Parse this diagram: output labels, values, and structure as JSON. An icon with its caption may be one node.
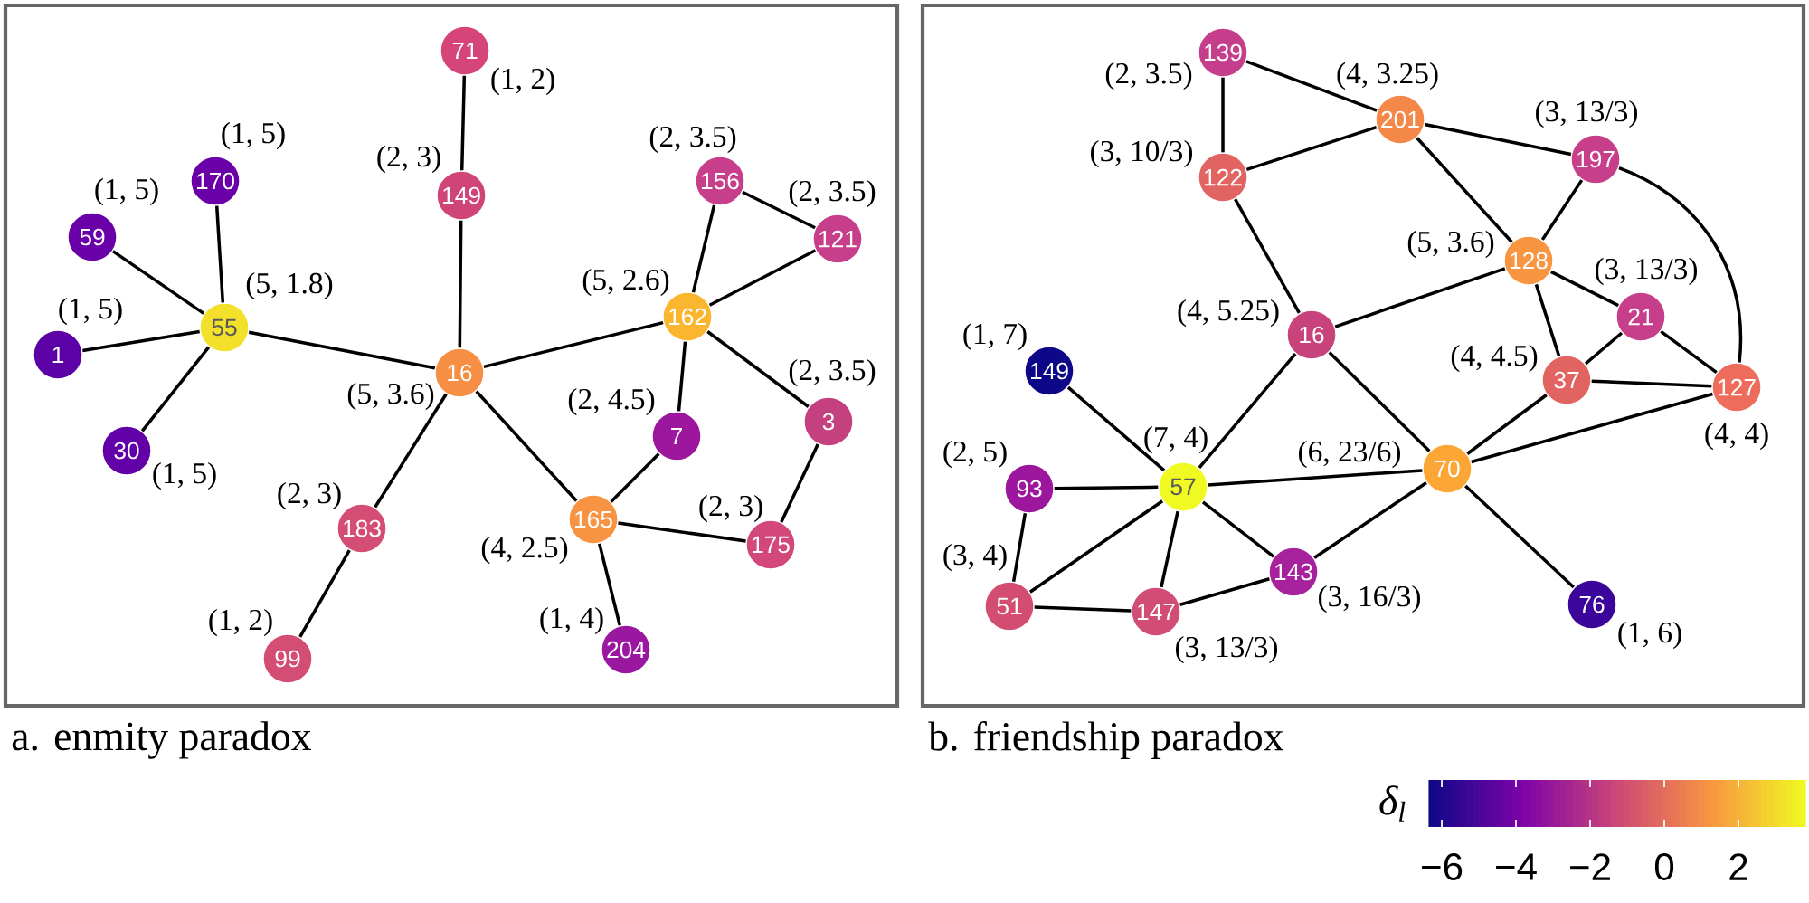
{
  "diagram": {
    "nodes": [
      {
        "text": [
          "a. enmity paradox"
        ]
      },
      {
        "text": [
          "71"
        ],
        "beside": [
          "(1, 2)"
        ],
        "in": 0
      },
      {
        "text": [
          "149"
        ],
        "beside": [
          "(2, 3)"
        ],
        "in": 0
      },
      {
        "text": [
          "170"
        ],
        "beside": [
          "(1, 5)"
        ],
        "in": 0
      },
      {
        "text": [
          "59"
        ],
        "beside": [
          "(1, 5)"
        ],
        "in": 0
      },
      {
        "text": [
          "55"
        ],
        "beside": [
          "(5, 1.8)"
        ],
        "in": 0
      },
      {
        "text": [
          "1"
        ],
        "beside": [
          "(1, 5)"
        ],
        "in": 0
      },
      {
        "text": [
          "30"
        ],
        "beside": [
          "(1, 5)"
        ],
        "in": 0
      },
      {
        "text": [
          "16"
        ],
        "beside": [
          "(5, 3.6)"
        ],
        "in": 0
      },
      {
        "text": [
          "156"
        ],
        "beside": [
          "(2, 3.5)"
        ],
        "in": 0
      },
      {
        "text": [
          "121"
        ],
        "beside": [
          "(2, 3.5)"
        ],
        "in": 0
      },
      {
        "text": [
          "162"
        ],
        "beside": [
          "(5, 2.6)"
        ],
        "in": 0
      },
      {
        "text": [
          "3"
        ],
        "beside": [
          "(2, 3.5)"
        ],
        "in": 0
      },
      {
        "text": [
          "7"
        ],
        "beside": [
          "(2, 4.5)"
        ],
        "in": 0
      },
      {
        "text": [
          "183"
        ],
        "beside": [
          "(2, 3)"
        ],
        "in": 0
      },
      {
        "text": [
          "165"
        ],
        "beside": [
          "(4, 2.5)"
        ],
        "in": 0
      },
      {
        "text": [
          "175"
        ],
        "beside": [
          "(2, 3)"
        ],
        "in": 0
      },
      {
        "text": [
          "99"
        ],
        "beside": [
          "(1, 2)"
        ],
        "in": 0
      },
      {
        "text": [
          "204"
        ],
        "beside": [
          "(1, 4)"
        ],
        "in": 0
      },
      {
        "text": [
          "b. friendship paradox"
        ]
      },
      {
        "text": [
          "139"
        ],
        "beside": [
          "(2, 3.5)"
        ],
        "in": 19
      },
      {
        "text": [
          "201"
        ],
        "beside": [
          "(4, 3.25)"
        ],
        "in": 19
      },
      {
        "text": [
          "122"
        ],
        "beside": [
          "(3, 10/3)"
        ],
        "in": 19
      },
      {
        "text": [
          "197"
        ],
        "beside": [
          "(3, 13/3)"
        ],
        "in": 19
      },
      {
        "text": [
          "128"
        ],
        "beside": [
          "(5, 3.6)"
        ],
        "in": 19
      },
      {
        "text": [
          "21"
        ],
        "beside": [
          "(3, 13/3)"
        ],
        "in": 19
      },
      {
        "text": [
          "16"
        ],
        "beside": [
          "(4, 5.25)"
        ],
        "in": 19
      },
      {
        "text": [
          "37"
        ],
        "beside": [
          "(4, 4.5)"
        ],
        "in": 19
      },
      {
        "text": [
          "127"
        ],
        "beside": [
          "(4, 4)"
        ],
        "in": 19
      },
      {
        "text": [
          "149"
        ],
        "beside": [
          "(1, 7)"
        ],
        "in": 19
      },
      {
        "text": [
          "57"
        ],
        "beside": [
          "(7, 4)"
        ],
        "in": 19
      },
      {
        "text": [
          "70"
        ],
        "beside": [
          "(6, 23/6)"
        ],
        "in": 19
      },
      {
        "text": [
          "93"
        ],
        "beside": [
          "(2, 5)"
        ],
        "in": 19
      },
      {
        "text": [
          "143"
        ],
        "beside": [
          "(3, 16/3)"
        ],
        "in": 19
      },
      {
        "text": [
          "51"
        ],
        "beside": [
          "(3, 4)"
        ],
        "in": 19
      },
      {
        "text": [
          "147"
        ],
        "beside": [
          "(3, 13/3)"
        ],
        "in": 19
      },
      {
        "text": [
          "76"
        ],
        "beside": [
          "(1, 6)"
        ],
        "in": 19
      }
    ],
    "edges": [
      {
        "from": 1,
        "to": 2,
        "arrow": "none"
      },
      {
        "from": 2,
        "to": 8,
        "arrow": "none"
      },
      {
        "from": 3,
        "to": 5,
        "arrow": "none"
      },
      {
        "from": 4,
        "to": 5,
        "arrow": "none"
      },
      {
        "from": 6,
        "to": 5,
        "arrow": "none"
      },
      {
        "from": 7,
        "to": 5,
        "arrow": "none"
      },
      {
        "from": 5,
        "to": 8,
        "arrow": "none"
      },
      {
        "from": 8,
        "to": 11,
        "arrow": "none"
      },
      {
        "from": 8,
        "to": 14,
        "arrow": "none"
      },
      {
        "from": 8,
        "to": 15,
        "arrow": "none"
      },
      {
        "from": 14,
        "to": 17,
        "arrow": "none"
      },
      {
        "from": 11,
        "to": 9,
        "arrow": "none"
      },
      {
        "from": 11,
        "to": 10,
        "arrow": "none"
      },
      {
        "from": 9,
        "to": 10,
        "arrow": "none"
      },
      {
        "from": 11,
        "to": 13,
        "arrow": "none"
      },
      {
        "from": 11,
        "to": 12,
        "arrow": "none"
      },
      {
        "from": 12,
        "to": 16,
        "arrow": "none"
      },
      {
        "from": 13,
        "to": 15,
        "arrow": "none"
      },
      {
        "from": 15,
        "to": 16,
        "arrow": "none"
      },
      {
        "from": 15,
        "to": 18,
        "arrow": "none"
      },
      {
        "from": 20,
        "to": 21,
        "arrow": "none"
      },
      {
        "from": 20,
        "to": 22,
        "arrow": "none"
      },
      {
        "from": 22,
        "to": 21,
        "arrow": "none"
      },
      {
        "from": 21,
        "to": 23,
        "arrow": "none"
      },
      {
        "from": 21,
        "to": 24,
        "arrow": "none"
      },
      {
        "from": 23,
        "to": 24,
        "arrow": "none"
      },
      {
        "from": 23,
        "to": 28,
        "arrow": "none"
      },
      {
        "from": 22,
        "to": 26,
        "arrow": "none"
      },
      {
        "from": 26,
        "to": 24,
        "arrow": "none"
      },
      {
        "from": 24,
        "to": 25,
        "arrow": "none"
      },
      {
        "from": 24,
        "to": 27,
        "arrow": "none"
      },
      {
        "from": 25,
        "to": 27,
        "arrow": "none"
      },
      {
        "from": 25,
        "to": 28,
        "arrow": "none"
      },
      {
        "from": 27,
        "to": 28,
        "arrow": "none"
      },
      {
        "from": 26,
        "to": 30,
        "arrow": "none"
      },
      {
        "from": 26,
        "to": 31,
        "arrow": "none"
      },
      {
        "from": 29,
        "to": 30,
        "arrow": "none"
      },
      {
        "from": 30,
        "to": 31,
        "arrow": "none"
      },
      {
        "from": 32,
        "to": 30,
        "arrow": "none"
      },
      {
        "from": 32,
        "to": 34,
        "arrow": "none"
      },
      {
        "from": 34,
        "to": 30,
        "arrow": "none"
      },
      {
        "from": 30,
        "to": 35,
        "arrow": "none"
      },
      {
        "from": 30,
        "to": 33,
        "arrow": "none"
      },
      {
        "from": 34,
        "to": 35,
        "arrow": "none"
      },
      {
        "from": 35,
        "to": 33,
        "arrow": "none"
      },
      {
        "from": 33,
        "to": 31,
        "arrow": "none"
      },
      {
        "from": 31,
        "to": 27,
        "arrow": "none"
      },
      {
        "from": 31,
        "to": 28,
        "arrow": "none"
      },
      {
        "from": 31,
        "to": 36,
        "arrow": "none"
      }
    ],
    "labels": [
      "δ$_{l}$",
      "−6",
      "−4",
      "−2",
      "0",
      "2"
    ]
  }
}
